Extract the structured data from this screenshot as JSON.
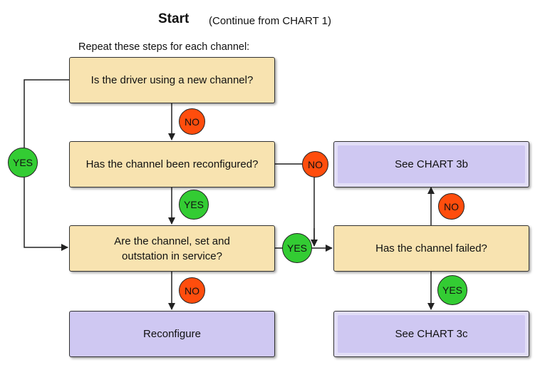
{
  "header": {
    "title": "Start",
    "subtitle": "(Continue from CHART 1)",
    "instruction": "Repeat these steps for each channel:"
  },
  "boxes": {
    "new_channel": "Is the driver using a new channel?",
    "reconfigured": "Has the channel been reconfigured?",
    "in_service_line1": "Are the channel, set and",
    "in_service_line2": "outstation in service?",
    "reconfigure": "Reconfigure",
    "failed": "Has the channel failed?",
    "chart_3b": "See CHART 3b",
    "chart_3c": "See CHART 3c"
  },
  "labels": {
    "yes": "YES",
    "no": "NO"
  },
  "colors": {
    "question_fill": "#f8e3b0",
    "action_fill": "#cfc8f2",
    "yes_badge": "#33cc33",
    "no_badge": "#ff4d0d"
  }
}
